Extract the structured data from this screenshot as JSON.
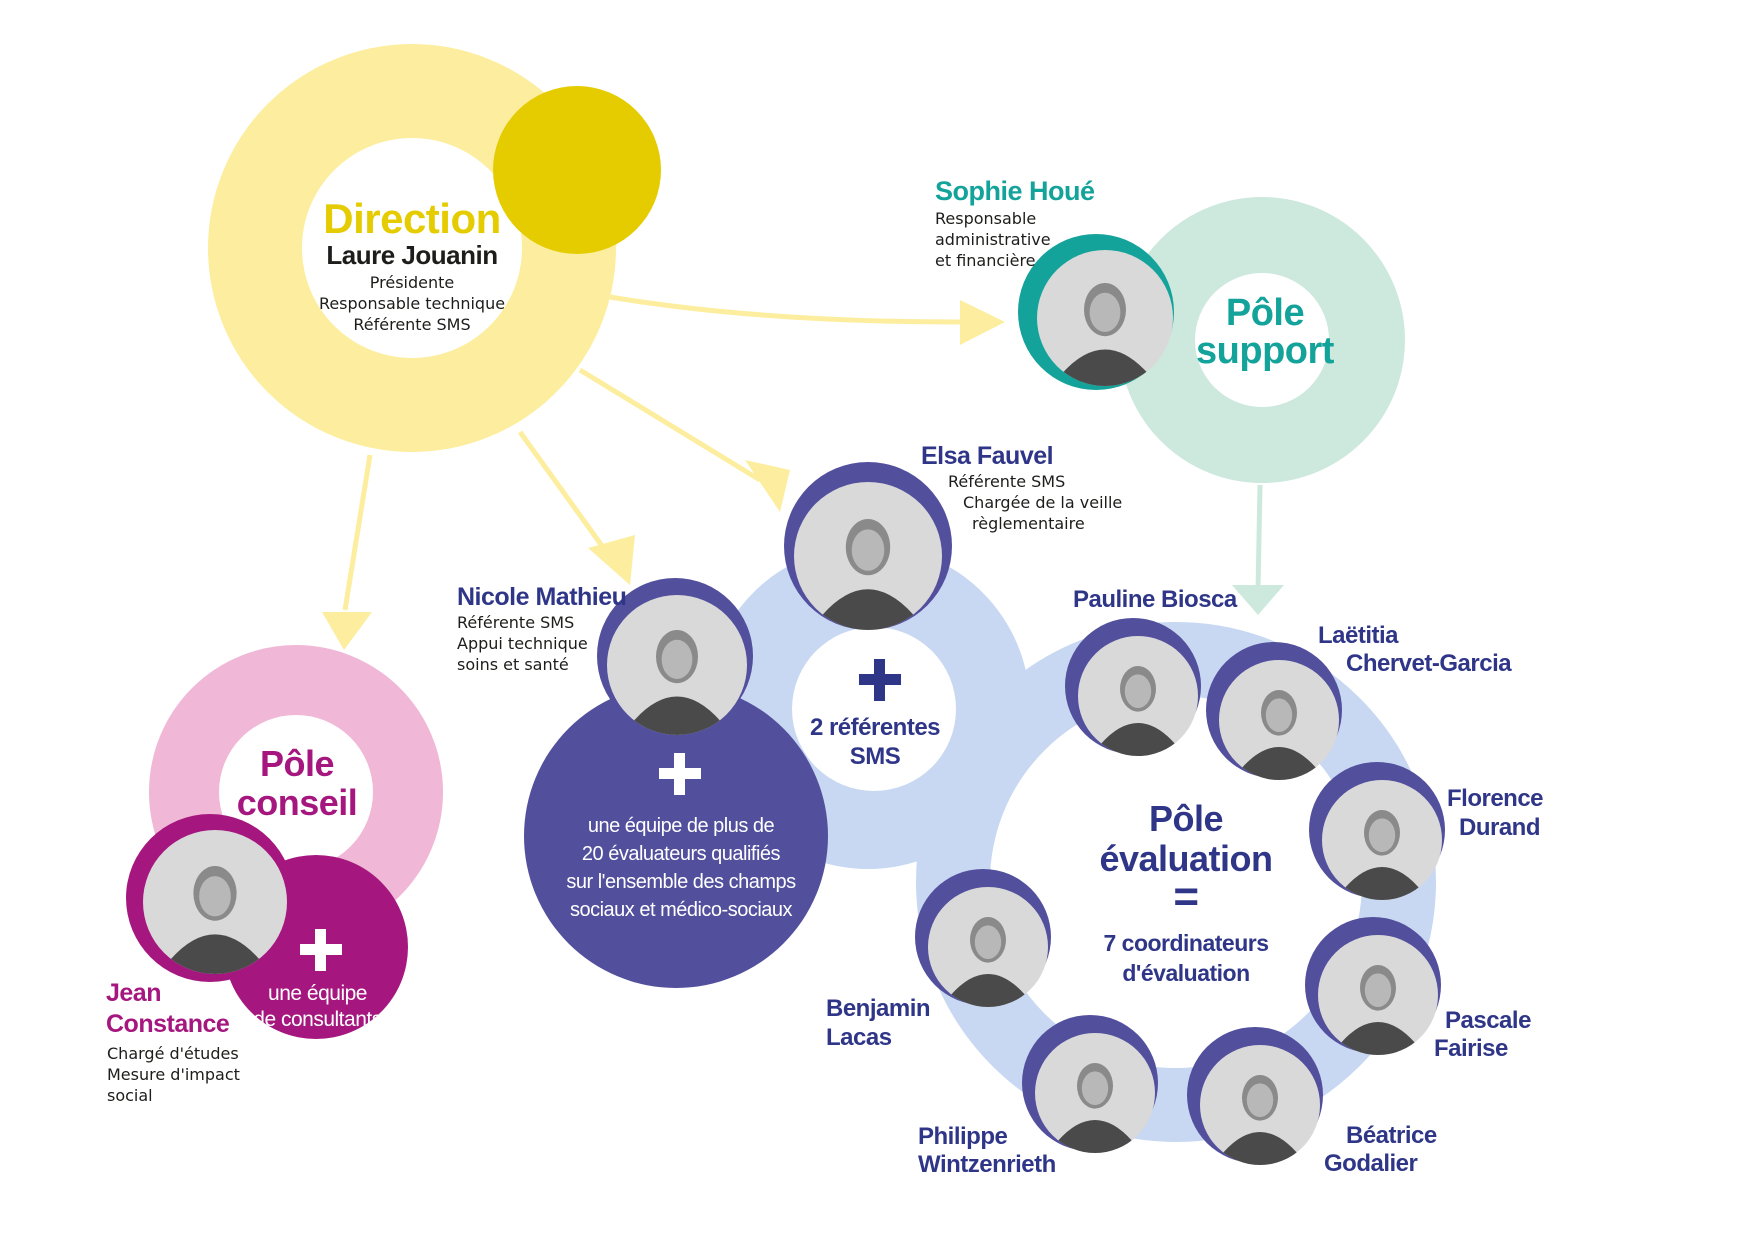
{
  "direction": {
    "title": "Direction",
    "name": "Laure Jouanin",
    "roles": [
      "Présidente",
      "Responsable technique",
      "Référente SMS"
    ]
  },
  "support": {
    "title_line1": "Pôle",
    "title_line2": "support",
    "person_name": "Sophie Houé",
    "person_roles": [
      "Responsable",
      "administrative",
      "et financière"
    ]
  },
  "conseil": {
    "title_line1": "Pôle",
    "title_line2": "conseil",
    "plus_text": [
      "une équipe",
      "de consultants"
    ],
    "person_name_line1": "Jean",
    "person_name_line2": "Constance",
    "person_roles": [
      "Chargé d'études",
      "Mesure d'impact",
      "social"
    ]
  },
  "nicole": {
    "name": "Nicole Mathieu",
    "roles": [
      "Référente SMS",
      "Appui technique",
      "soins et santé"
    ]
  },
  "elsa": {
    "name": "Elsa Fauvel",
    "roles": [
      "Référente SMS",
      "Chargée de la veille",
      "règlementaire"
    ]
  },
  "team": {
    "text": [
      "une équipe de plus de",
      "20 évaluateurs qualifiés",
      "sur l'ensemble des champs",
      "sociaux et médico-sociaux"
    ]
  },
  "referentes": {
    "text": [
      "2 référentes",
      "SMS"
    ]
  },
  "evaluation": {
    "title_line1": "Pôle",
    "title_line2": "évaluation",
    "equals": "=",
    "subtitle_line1": "7 coordinateurs",
    "subtitle_line2": "d'évaluation",
    "members": [
      {
        "line1": "Pauline Biosca",
        "line2": ""
      },
      {
        "line1": "Laëtitia",
        "line2": "Chervet-Garcia"
      },
      {
        "line1": "Florence",
        "line2": "Durand"
      },
      {
        "line1": "Pascale",
        "line2": "Fairise"
      },
      {
        "line1": "Béatrice",
        "line2": "Godalier"
      },
      {
        "line1": "Philippe",
        "line2": "Wintzenrieth"
      },
      {
        "line1": "Benjamin",
        "line2": "Lacas"
      }
    ]
  },
  "colors": {
    "direction_yellow": "#fcee9e",
    "direction_dark": "#e5cc00",
    "support_green": "#cde9de",
    "support_teal": "#14a39b",
    "conseil_pink": "#f0b8d6",
    "conseil_magenta": "#a5177f",
    "eval_blue": "#c8d8f3",
    "navy": "#2f3688",
    "purple": "#524f9d"
  },
  "icons": [
    "plus-icon",
    "arrow-icon",
    "person-photo"
  ]
}
